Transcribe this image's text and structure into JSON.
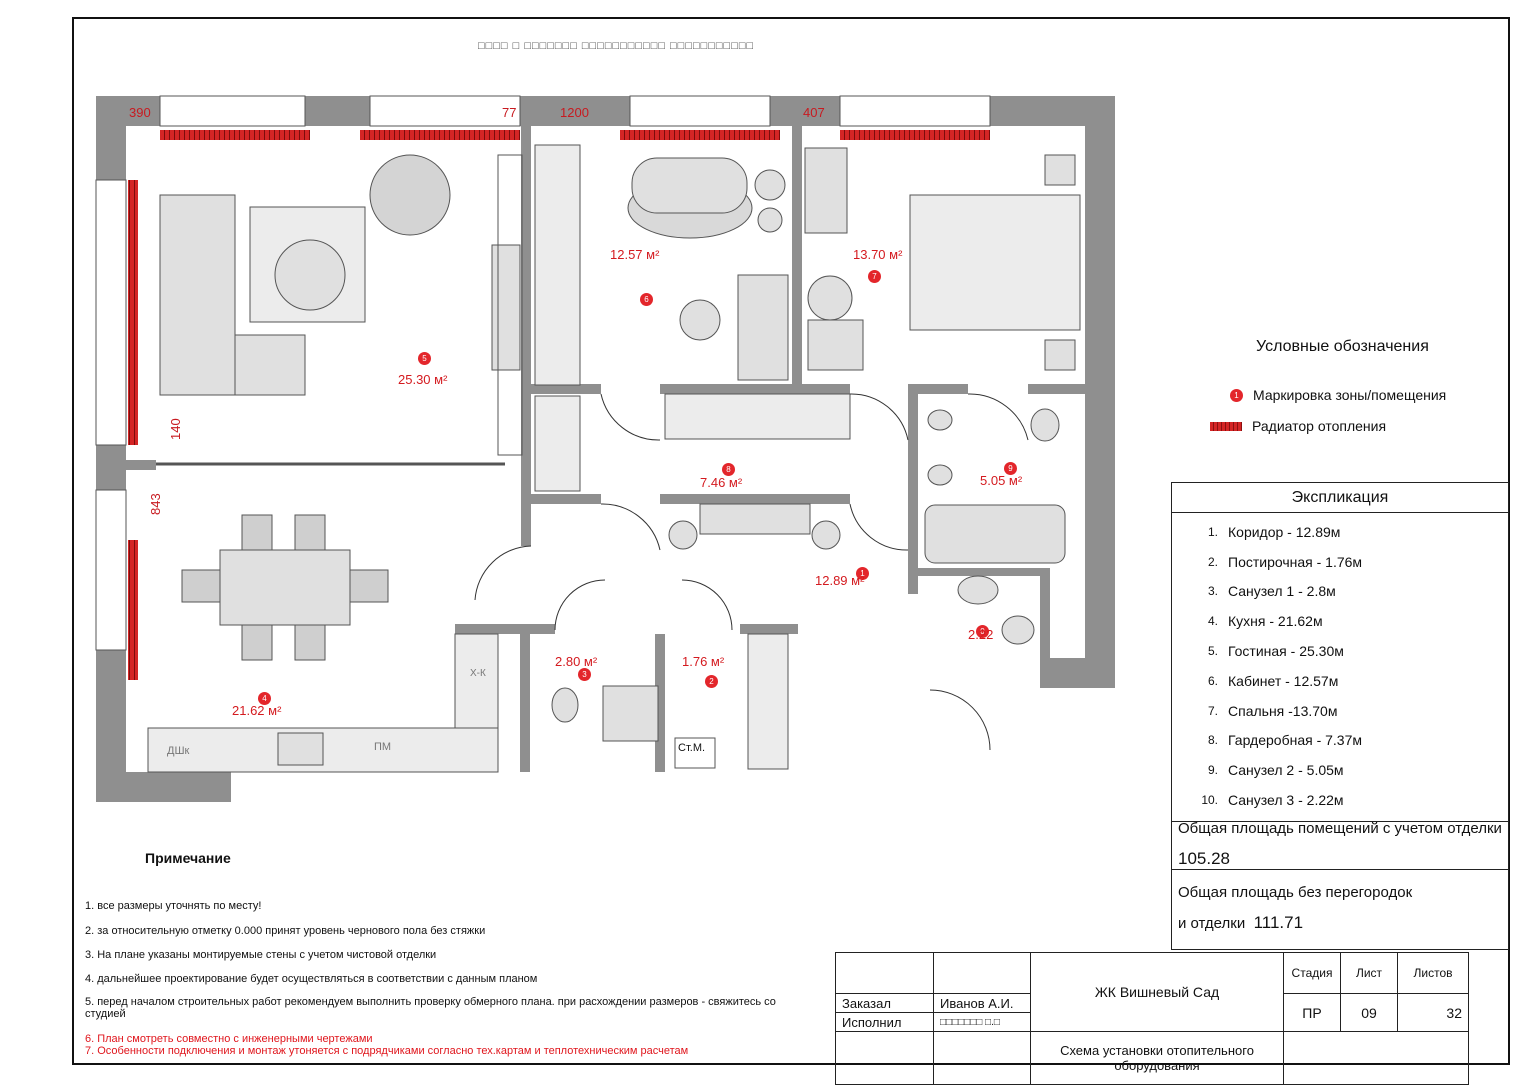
{
  "plan": {
    "header_text": "□□□□ □ □□□□□□□ □□□□□□□□□□□ □□□□□□□□□□□",
    "dimensions": [
      "390",
      "77",
      "1200",
      "407",
      "140",
      "843"
    ],
    "rooms": [
      {
        "id": "5",
        "area": "25.30 м²"
      },
      {
        "id": "6",
        "area": "12.57 м²"
      },
      {
        "id": "7",
        "area": "13.70 м²"
      },
      {
        "id": "8",
        "area": "7.46 м²"
      },
      {
        "id": "9",
        "area": "5.05 м²"
      },
      {
        "id": "1",
        "area": "12.89 м²"
      },
      {
        "id": "0",
        "area": "2.22"
      },
      {
        "id": "3",
        "area": "2.80 м²"
      },
      {
        "id": "2",
        "area": "1.76 м²"
      },
      {
        "id": "4",
        "area": "21.62 м²"
      }
    ],
    "fixture_labels": {
      "xk": "Х-К",
      "dshk": "ДШк",
      "pm": "ПМ",
      "stm": "Ст.М."
    }
  },
  "legend": {
    "title": "Условные обозначения",
    "marker_label": "Маркировка зоны/помещения",
    "radiator_label": "Радиатор отопления",
    "marker_symbol": "1"
  },
  "explication": {
    "title": "Экспликация",
    "items": [
      {
        "n": "1.",
        "text": "Коридор -  12.89м"
      },
      {
        "n": "2.",
        "text": " Постирочная - 1.76м"
      },
      {
        "n": "3.",
        "text": "Санузел 1 - 2.8м"
      },
      {
        "n": "4.",
        "text": "Кухня - 21.62м"
      },
      {
        "n": "5.",
        "text": "Гостиная - 25.30м"
      },
      {
        "n": "6.",
        "text": "Кабинет - 12.57м"
      },
      {
        "n": "7.",
        "text": "Спальня -13.70м"
      },
      {
        "n": "8.",
        "text": "Гардеробная - 7.37м"
      },
      {
        "n": "9.",
        "text": "Санузел 2 - 5.05м"
      },
      {
        "n": "10.",
        "text": "Санузел 3 - 2.22м"
      }
    ],
    "total_with_finish_label": "Общая площадь помещений с учетом отделки",
    "total_with_finish_value": "105.28",
    "total_without_label_1": "Общая площадь без перегородок",
    "total_without_label_2": "и отделки",
    "total_without_value": "111.71"
  },
  "notes": {
    "title": "Примечание",
    "items": [
      "1. все размеры уточнять по месту!",
      "2. за относительную отметку 0.000 принят уровень чернового пола без стяжки",
      "3. На плане указаны монтируемые стены с учетом чистовой отделки",
      "4. дальнейшее проектирование будет осуществляться в соответствии с данным планом",
      "5. перед началом строительных работ рекомендуем выполнить проверку обмерного плана. при расхождении размеров - свяжитесь со студией"
    ],
    "red_items": [
      "6. План смотреть совместно с инженерными чертежами",
      "7.  Особенности подключения и монтаж  утоняется с подрядчиками согласно тех.картам и теплотехническим расчетам"
    ]
  },
  "stamp": {
    "ordered_label": "Заказал",
    "ordered_value": "Иванов А.И.",
    "executed_label": "Исполнил",
    "executed_value": "□□□□□□□ □.□",
    "project": "ЖК Вишневый Сад",
    "sheet_title": "Схема установки отопительного оборудования",
    "stage_label": "Стадия",
    "stage_value": "ПР",
    "sheet_label": "Лист",
    "sheet_value": "09",
    "sheets_label": "Листов",
    "sheets_value": "32"
  },
  "colors": {
    "wall": "#8f8f8f",
    "radiator": "#d42525",
    "marker": "#e3262b",
    "furniture": "#d9d9d9"
  }
}
